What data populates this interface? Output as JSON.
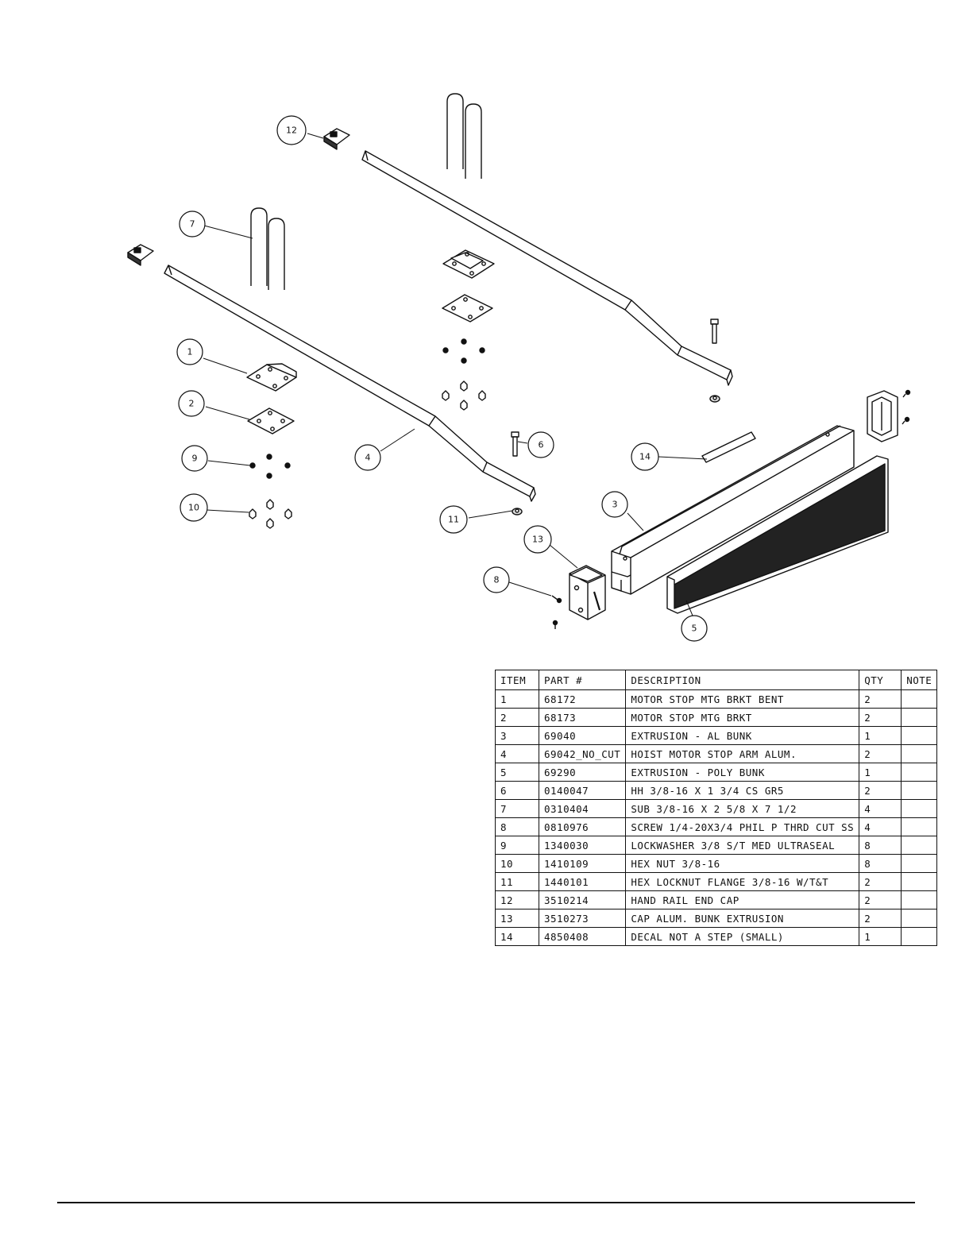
{
  "callouts": [
    "1",
    "2",
    "3",
    "4",
    "5",
    "6",
    "7",
    "8",
    "9",
    "10",
    "11",
    "12",
    "13",
    "14"
  ],
  "bom": {
    "headers": [
      "ITEM",
      "PART #",
      "DESCRIPTION",
      "QTY",
      "NOTE"
    ],
    "rows": [
      {
        "item": "1",
        "part": "68172",
        "desc": "MOTOR STOP MTG BRKT BENT",
        "qty": "2",
        "note": ""
      },
      {
        "item": "2",
        "part": "68173",
        "desc": "MOTOR STOP MTG BRKT",
        "qty": "2",
        "note": ""
      },
      {
        "item": "3",
        "part": "69040",
        "desc": "EXTRUSION - AL BUNK",
        "qty": "1",
        "note": ""
      },
      {
        "item": "4",
        "part": "69042_NO_CUT",
        "desc": "HOIST MOTOR STOP ARM ALUM.",
        "qty": "2",
        "note": ""
      },
      {
        "item": "5",
        "part": "69290",
        "desc": "EXTRUSION - POLY BUNK",
        "qty": "1",
        "note": ""
      },
      {
        "item": "6",
        "part": "0140047",
        "desc": "HH 3/8-16 X 1 3/4 CS GR5",
        "qty": "2",
        "note": ""
      },
      {
        "item": "7",
        "part": "0310404",
        "desc": "SUB 3/8-16 X 2 5/8  X 7 1/2",
        "qty": "4",
        "note": ""
      },
      {
        "item": "8",
        "part": "0810976",
        "desc": "SCREW 1/4-20X3/4 PHIL P THRD CUT SS",
        "qty": "4",
        "note": ""
      },
      {
        "item": "9",
        "part": "1340030",
        "desc": "LOCKWASHER 3/8 S/T MED ULTRASEAL",
        "qty": "8",
        "note": ""
      },
      {
        "item": "10",
        "part": "1410109",
        "desc": "HEX NUT 3/8-16",
        "qty": "8",
        "note": ""
      },
      {
        "item": "11",
        "part": "1440101",
        "desc": "HEX LOCKNUT FLANGE 3/8-16 W/T&T",
        "qty": "2",
        "note": ""
      },
      {
        "item": "12",
        "part": "3510214",
        "desc": "HAND RAIL END CAP",
        "qty": "2",
        "note": ""
      },
      {
        "item": "13",
        "part": "3510273",
        "desc": "CAP ALUM. BUNK EXTRUSION",
        "qty": "2",
        "note": ""
      },
      {
        "item": "14",
        "part": "4850408",
        "desc": "DECAL NOT A STEP (SMALL)",
        "qty": "1",
        "note": ""
      }
    ]
  }
}
